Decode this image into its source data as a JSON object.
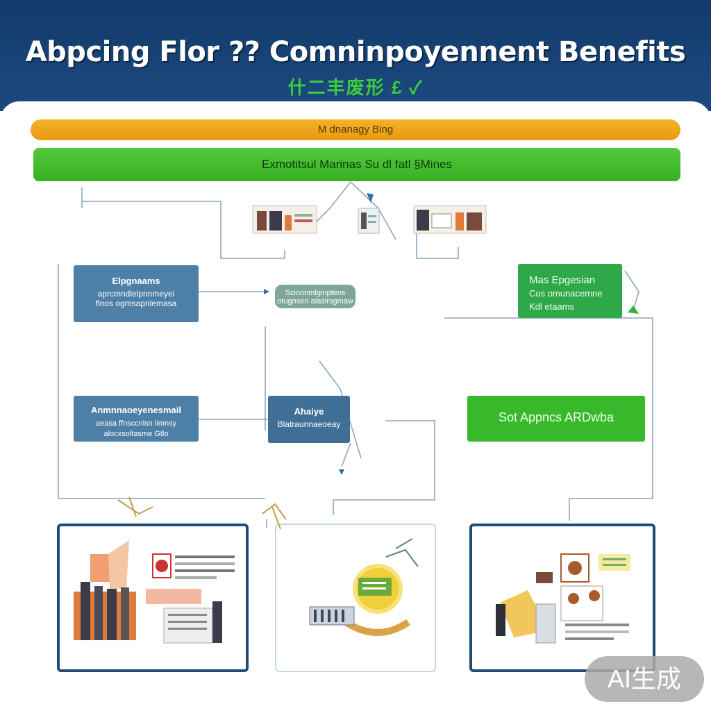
{
  "header": {
    "title": "Abpcing Flor  ?? Comninpoyennent Benefits",
    "subtitle": "什二丰废形 £ ✓"
  },
  "bars": {
    "top_label": "M dnanagy Bing",
    "main_label": "Exmotitsul Marinas  Su dl fatl §Mines"
  },
  "boxes": {
    "left_top": {
      "title": "Elpgnaams",
      "body": "aprcmndlelpnnmeyei\nflnos ogmsapnlemasa"
    },
    "center_pill": {
      "title": "Scinonmlginptens",
      "body": "otugnsen alaslrsgmaw"
    },
    "right_top": {
      "line1": "Mas Epgesian",
      "line2": "Cos omunacemne",
      "line3": "Kdl etaams"
    },
    "left_mid": {
      "title": "Anmnnaoeyenesmail",
      "body": "aeasa ffnsccnlsn limnsy\nalocxsoltasme Gtlo"
    },
    "center_mid": {
      "title": "Ahaiye",
      "body": "Blatraunnaeoeay"
    },
    "right_mid": {
      "label": "Sot Appncs  ARDwba"
    }
  },
  "badge": "AI生成",
  "colors": {
    "header": "#143a6a",
    "title_green": "#3ccc3c",
    "bar_orange": "#e79a12",
    "bar_green": "#36b023",
    "box_blue": "#4e7fa6",
    "box_green": "#2fa84a",
    "panel_border": "#1f4c74"
  }
}
